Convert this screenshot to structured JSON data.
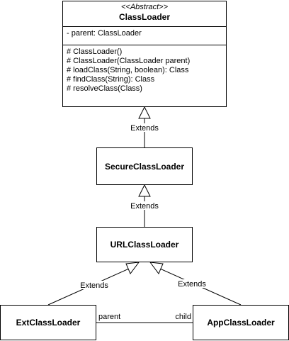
{
  "abstract_class": {
    "stereotype": "<<Abstract>>",
    "name": "ClassLoader",
    "attributes": [
      "- parent: ClassLoader"
    ],
    "methods": [
      "# ClassLoader()",
      "# ClassLoader(ClassLoader parent)",
      "# loadClass(String, boolean): Class",
      "# findClass(String): Class",
      "# resolveClass(Class)"
    ]
  },
  "classes": {
    "secure": "SecureClassLoader",
    "url": "URLClassLoader",
    "ext": "ExtClassLoader",
    "app": "AppClassLoader"
  },
  "edges": {
    "extends_secure": "Extends",
    "extends_url": "Extends",
    "extends_ext": "Extends",
    "extends_app": "Extends",
    "assoc_parent": "parent",
    "assoc_child": "child"
  }
}
